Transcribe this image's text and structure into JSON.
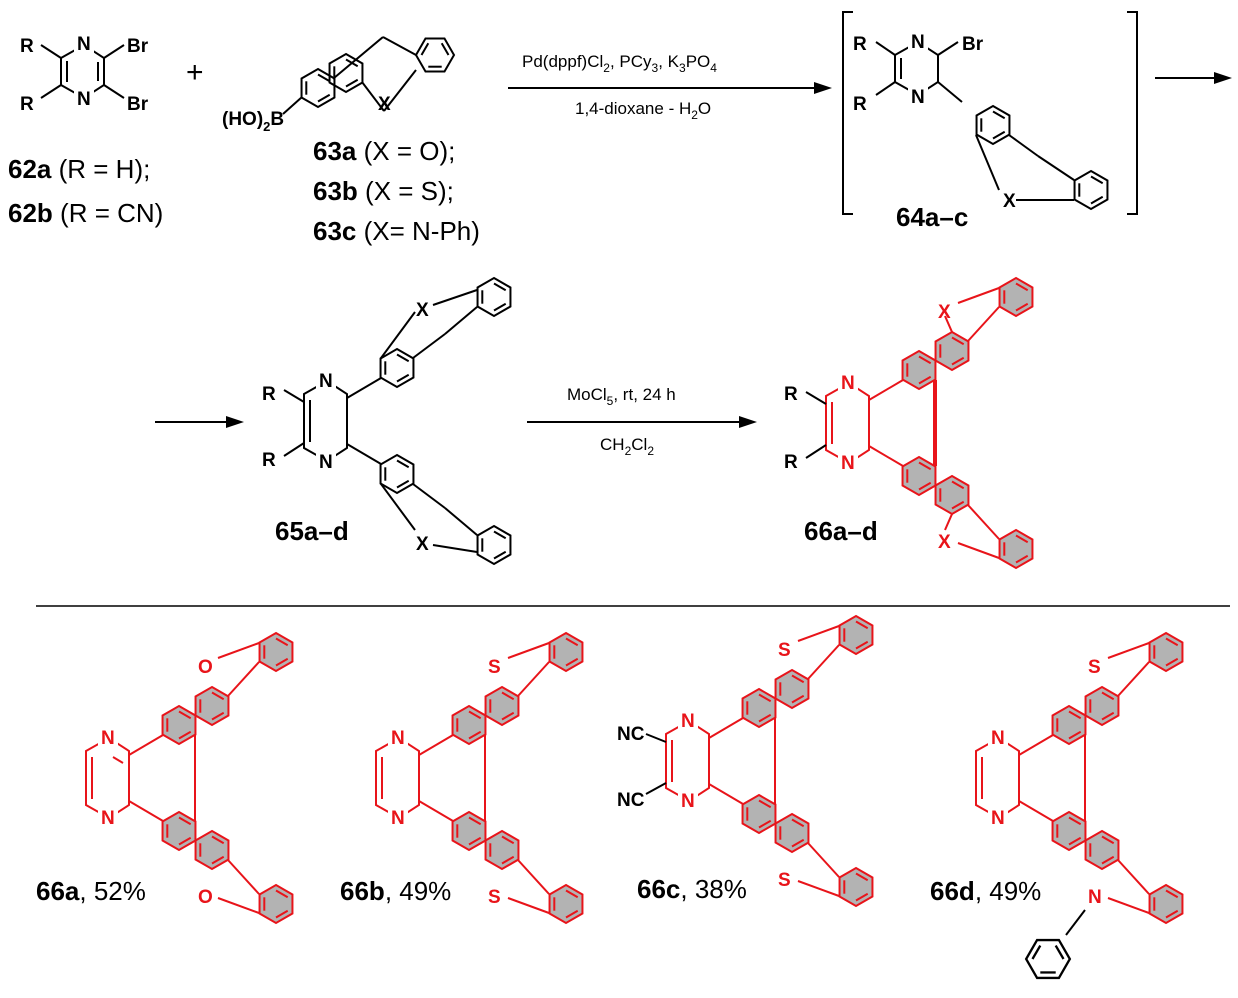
{
  "atoms": {
    "R": "R",
    "N": "N",
    "Br": "Br",
    "X": "X",
    "O": "O",
    "S": "S",
    "B": "B",
    "HO": "(HO)",
    "sub2": "2",
    "NC": "NC"
  },
  "row1": {
    "plus": "+",
    "c62a": {
      "id": "62a",
      "text": " (R = H);"
    },
    "c62b": {
      "id": "62b",
      "text": " (R = CN)"
    },
    "c63a": {
      "id": "63a",
      "text": " (X = O);"
    },
    "c63b": {
      "id": "63b",
      "text": " (X = S);"
    },
    "c63c": {
      "id": "63c",
      "text": " (X= N-Ph)"
    },
    "c64": "64a–c",
    "cond1": {
      "a": "Pd(dppf)Cl",
      "a_sub": "2",
      "b": ", PCy",
      "b_sub": "3",
      "c": ", K",
      "c_sub": "3",
      "d": "PO",
      "d_sub": "4"
    },
    "cond2": {
      "a": "1,4-dioxane - H",
      "a_sub": "2",
      "b": "O"
    }
  },
  "row2": {
    "c65": "65a–d",
    "c66": "66a–d",
    "cond3": {
      "a": "MoCl",
      "a_sub": "5",
      "b": ", rt, 24 h"
    },
    "cond4": {
      "a": "CH",
      "a_sub": "2",
      "b": "Cl",
      "b_sub": "2"
    }
  },
  "products": [
    {
      "id": "66a",
      "yield": ", 52%",
      "hetero": "O"
    },
    {
      "id": "66b",
      "yield": ", 49%",
      "hetero": "S"
    },
    {
      "id": "66c",
      "yield": ", 38%",
      "hetero": "S"
    },
    {
      "id": "66d",
      "yield": ", 49%",
      "hetero": "S"
    }
  ],
  "colors": {
    "product_red": "#e8141a",
    "aromatic_fill": "#b3b3b3",
    "black": "#000000"
  }
}
